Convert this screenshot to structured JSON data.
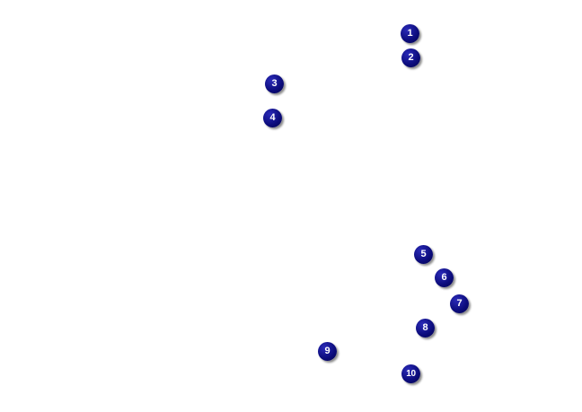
{
  "colors": {
    "marker_fill": "#0b0b7a",
    "marker_text": "#ffffff",
    "background": "#ffffff"
  },
  "markers": [
    {
      "label": "1"
    },
    {
      "label": "2"
    },
    {
      "label": "3"
    },
    {
      "label": "4"
    },
    {
      "label": "5"
    },
    {
      "label": "6"
    },
    {
      "label": "7"
    },
    {
      "label": "8"
    },
    {
      "label": "9"
    },
    {
      "label": "10"
    }
  ]
}
